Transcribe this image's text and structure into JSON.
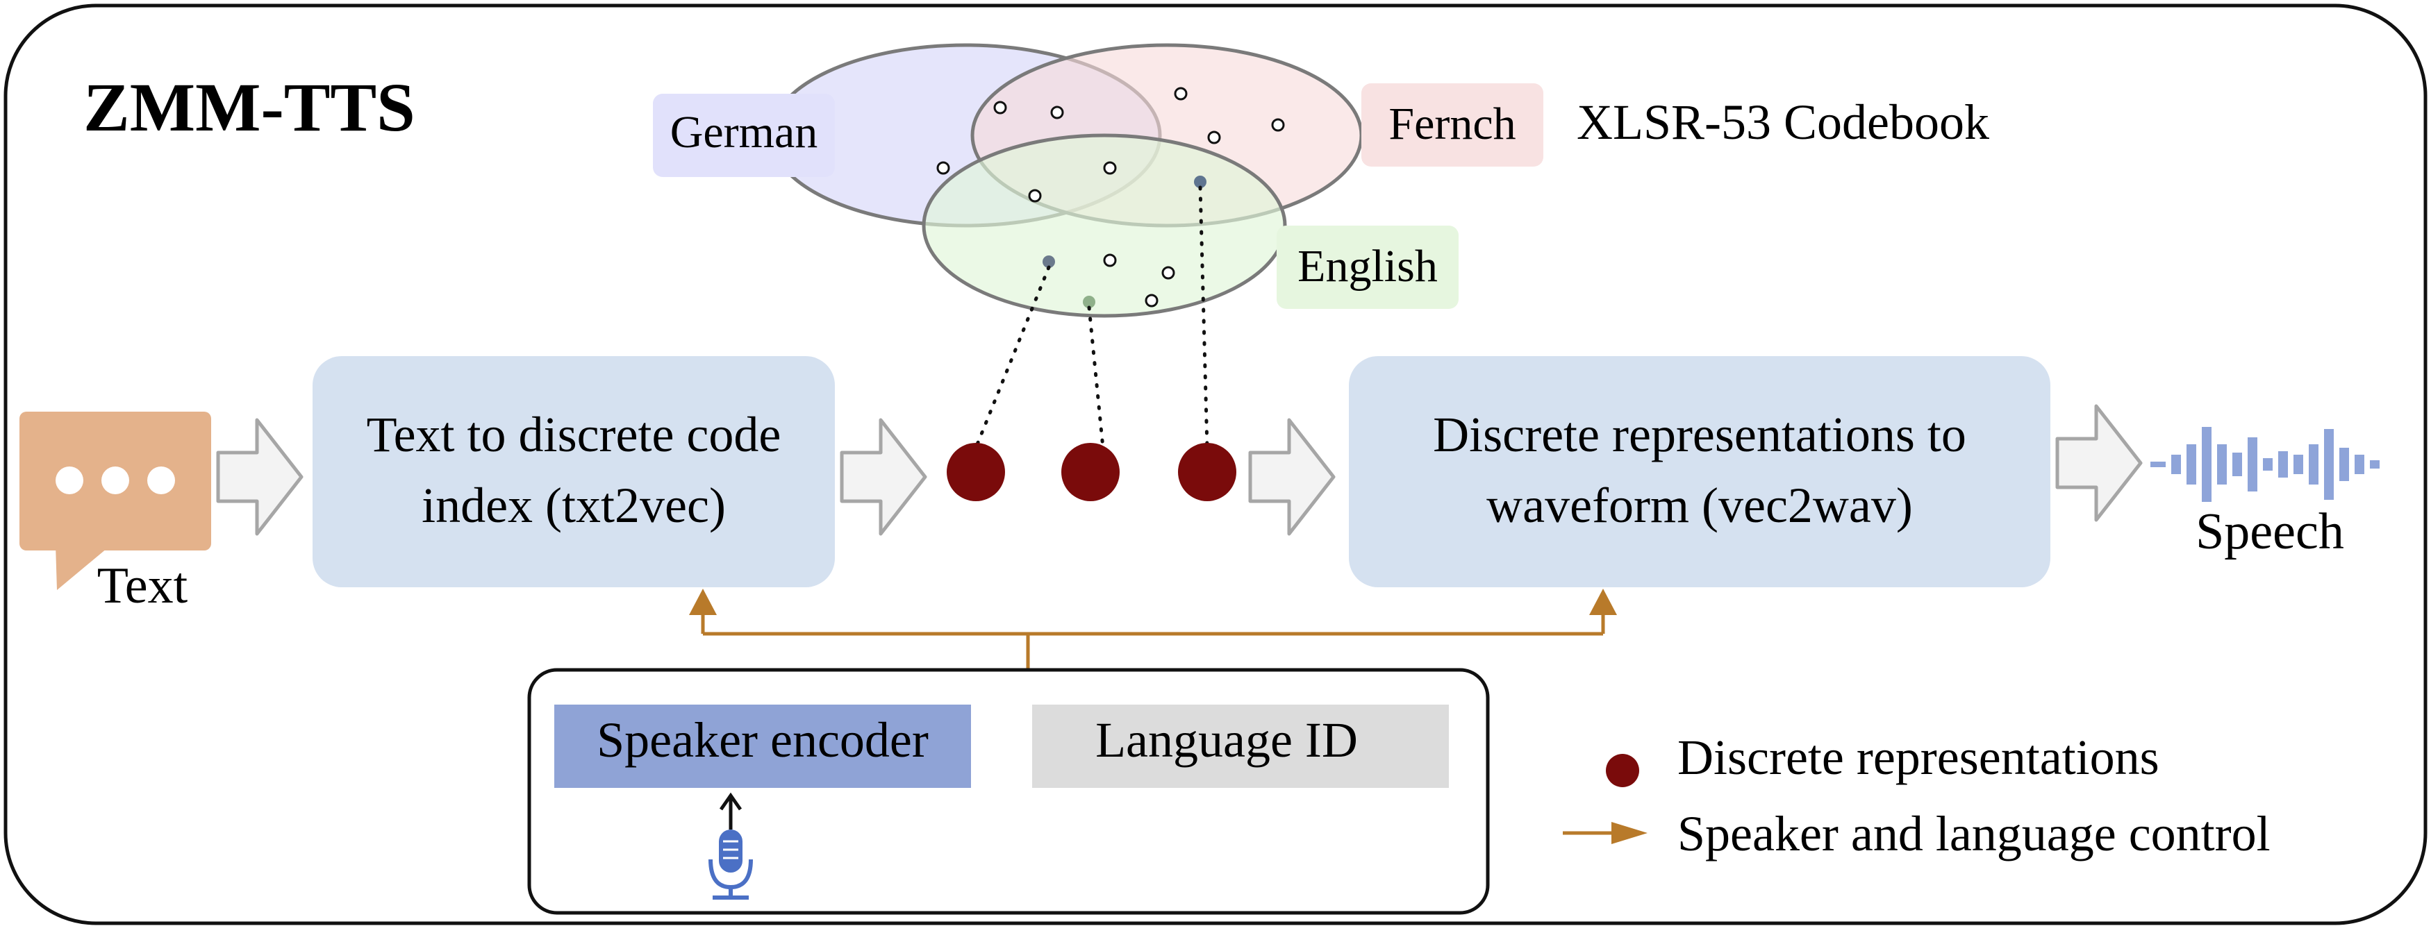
{
  "title": "ZMM-TTS",
  "codebook": {
    "label": "XLSR-53 Codebook",
    "languages": {
      "german": "German",
      "french": "Fernch",
      "english": "English"
    }
  },
  "text_input": {
    "label": "Text",
    "icon": "speech-bubble-icon",
    "color": "#e4b28b"
  },
  "txt2vec": {
    "line1": "Text to discrete code",
    "line2": "index (txt2vec)"
  },
  "vec2wav": {
    "line1": "Discrete representations to",
    "line2": "waveform (vec2wav)"
  },
  "speech_output": {
    "label": "Speech",
    "icon": "waveform-icon"
  },
  "control": {
    "speaker_encoder": "Speaker encoder",
    "language_id": "Language ID",
    "mic_icon": "microphone-icon"
  },
  "legend": {
    "discrete": "Discrete representations",
    "control": "Speaker and language control"
  },
  "colors": {
    "box_fill": "#d5e1f0",
    "token": "#7a0b0b",
    "control_arrow": "#b87a2a",
    "speaker_encoder": "#8fa3d6",
    "language_id": "#dcdcdc",
    "german": "#e1e1fb",
    "french": "#f8e2e2",
    "english": "#e6f6df",
    "waveform": "#8ea4d9"
  }
}
